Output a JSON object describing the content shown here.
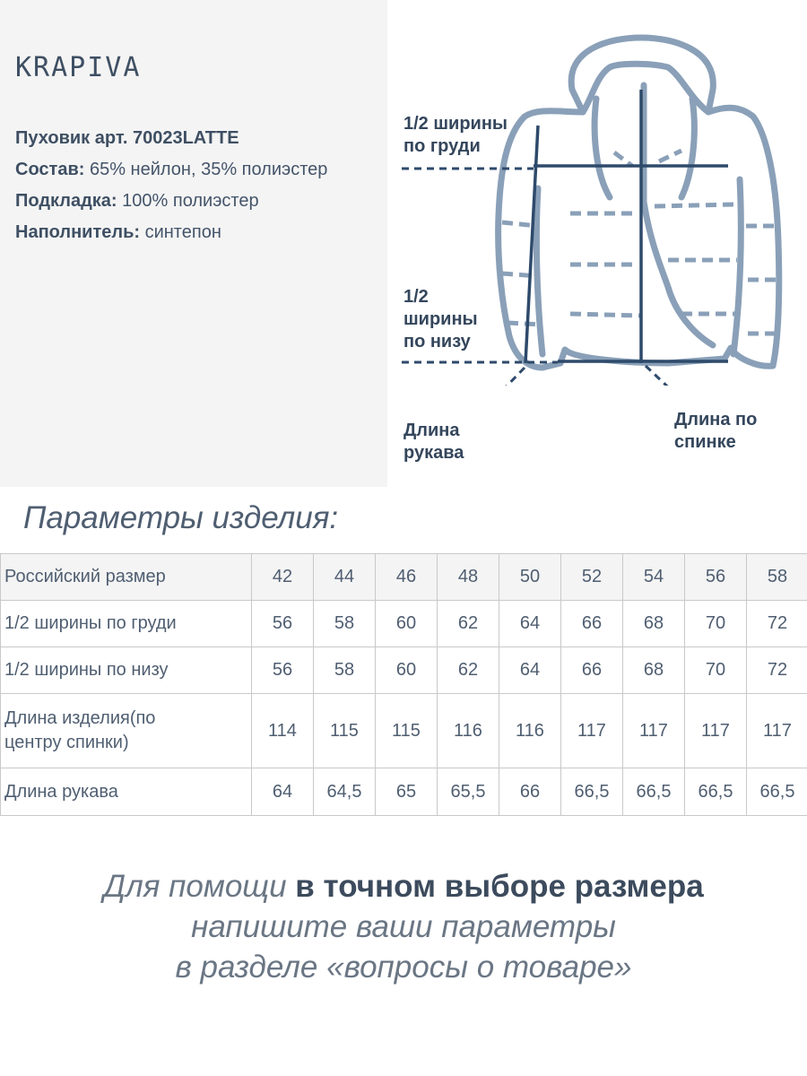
{
  "brand": "KRAPIVA",
  "product": {
    "title": "Пуховик арт. 70023LATTE",
    "composition_label": "Состав:",
    "composition_value": "65% нейлон, 35% полиэстер",
    "lining_label": "Подкладка:",
    "lining_value": "100% полиэстер",
    "filler_label": "Наполнитель:",
    "filler_value": "синтепон"
  },
  "diagram": {
    "chest_label_1": "1/2 ширины",
    "chest_label_2": "по груди",
    "bottom_label_1": "1/2",
    "bottom_label_2": "ширины",
    "bottom_label_3": "по низу",
    "sleeve_label_1": "Длина",
    "sleeve_label_2": "рукава",
    "back_label_1": "Длина по",
    "back_label_2": "спинке"
  },
  "params_title": "Параметры изделия:",
  "size_table": {
    "header_label": "Российский размер",
    "sizes": [
      "42",
      "44",
      "46",
      "48",
      "50",
      "52",
      "54",
      "56",
      "58"
    ],
    "rows": [
      {
        "label": "1/2 ширины по груди",
        "values": [
          "56",
          "58",
          "60",
          "62",
          "64",
          "66",
          "68",
          "70",
          "72"
        ]
      },
      {
        "label": "1/2 ширины по низу",
        "values": [
          "56",
          "58",
          "60",
          "62",
          "64",
          "66",
          "68",
          "70",
          "72"
        ]
      },
      {
        "label_1": "Длина изделия(по",
        "label_2": "центру спинки)",
        "values": [
          "114",
          "115",
          "115",
          "116",
          "116",
          "117",
          "117",
          "117",
          "117"
        ]
      },
      {
        "label": "Длина рукава",
        "values": [
          "64",
          "64,5",
          "65",
          "65,5",
          "66",
          "66,5",
          "66,5",
          "66,5",
          "66,5"
        ]
      }
    ]
  },
  "footer": {
    "line1_normal": "Для помощи ",
    "line1_bold": "в точном выборе размера",
    "line2": "напишите ваши параметры",
    "line3": "в разделе «вопросы о товаре»"
  },
  "colors": {
    "jacket_outline": "#8aa0b8",
    "measure_line": "#2e4a6b",
    "panel_bg": "#f4f4f4",
    "text": "#44546a"
  }
}
